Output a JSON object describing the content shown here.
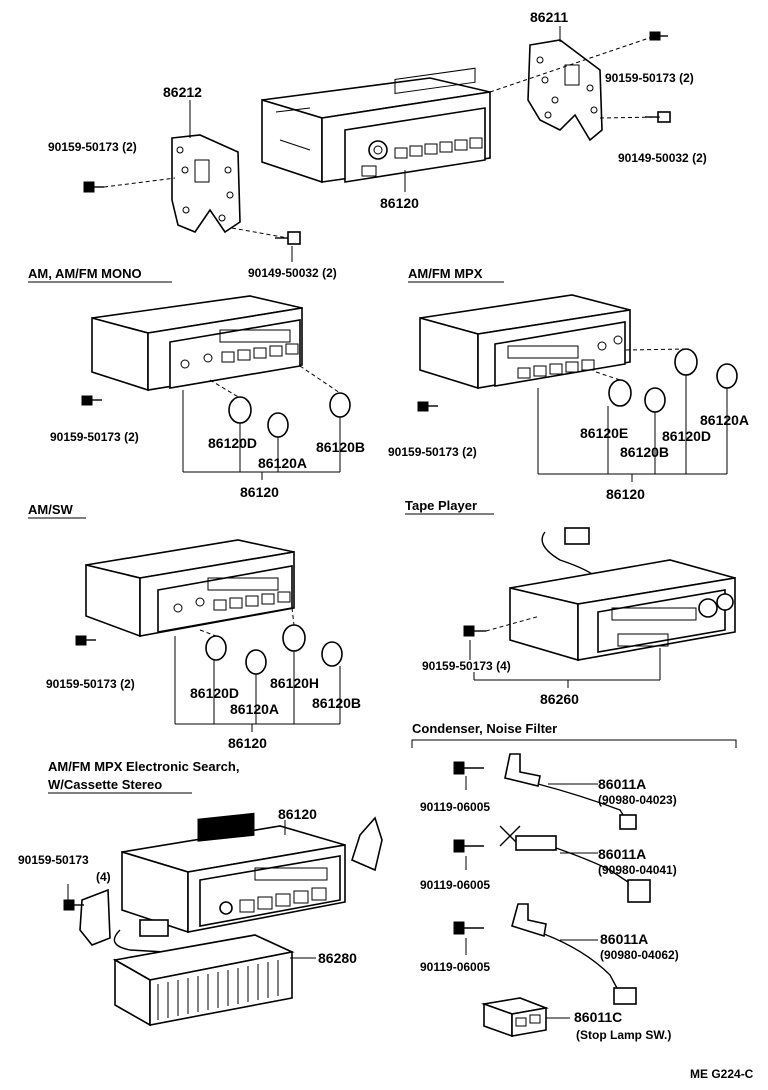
{
  "sections": {
    "am_fm_mono": "AM, AM/FM MONO",
    "am_fm_mpx": "AM/FM MPX",
    "am_sw": "AM/SW",
    "tape_player": "Tape Player",
    "electronic_search_line1": "AM/FM MPX Electronic Search,",
    "electronic_search_line2": "W/Cassette Stereo",
    "condenser": "Condenser, Noise Filter"
  },
  "parts": {
    "p86211": "86211",
    "p86212": "86212",
    "p86120_top": "86120",
    "screw_top_right": "90159-50173 (2)",
    "bolt_top_right": "90149-50032 (2)",
    "screw_top_left": "90159-50173 (2)",
    "bolt_top_left": "90149-50032 (2)",
    "mono_screw": "90159-50173 (2)",
    "mono_86120D": "86120D",
    "mono_86120A": "86120A",
    "mono_86120B": "86120B",
    "mono_86120": "86120",
    "mpx_screw": "90159-50173 (2)",
    "mpx_86120A": "86120A",
    "mpx_86120E": "86120E",
    "mpx_86120D": "86120D",
    "mpx_86120B": "86120B",
    "mpx_86120": "86120",
    "sw_screw": "90159-50173 (2)",
    "sw_86120D": "86120D",
    "sw_86120H": "86120H",
    "sw_86120A": "86120A",
    "sw_86120B": "86120B",
    "sw_86120": "86120",
    "tape_screw": "90159-50173 (4)",
    "tape_86260": "86260",
    "es_86120": "86120",
    "es_screw_a": "90159-50173",
    "es_screw_b": "(4)",
    "es_86280": "86280",
    "c1_part": "86011A",
    "c1_sub": "(90980-04023)",
    "c1_screw": "90119-06005",
    "c2_part": "86011A",
    "c2_sub": "(90980-04041)",
    "c2_screw": "90119-06005",
    "c3_part": "86011A",
    "c3_sub": "(90980-04062)",
    "c3_screw": "90119-06005",
    "c4_part": "86011C",
    "c4_sub": "(Stop Lamp SW.)"
  },
  "diagram_code": "ME G224-C"
}
